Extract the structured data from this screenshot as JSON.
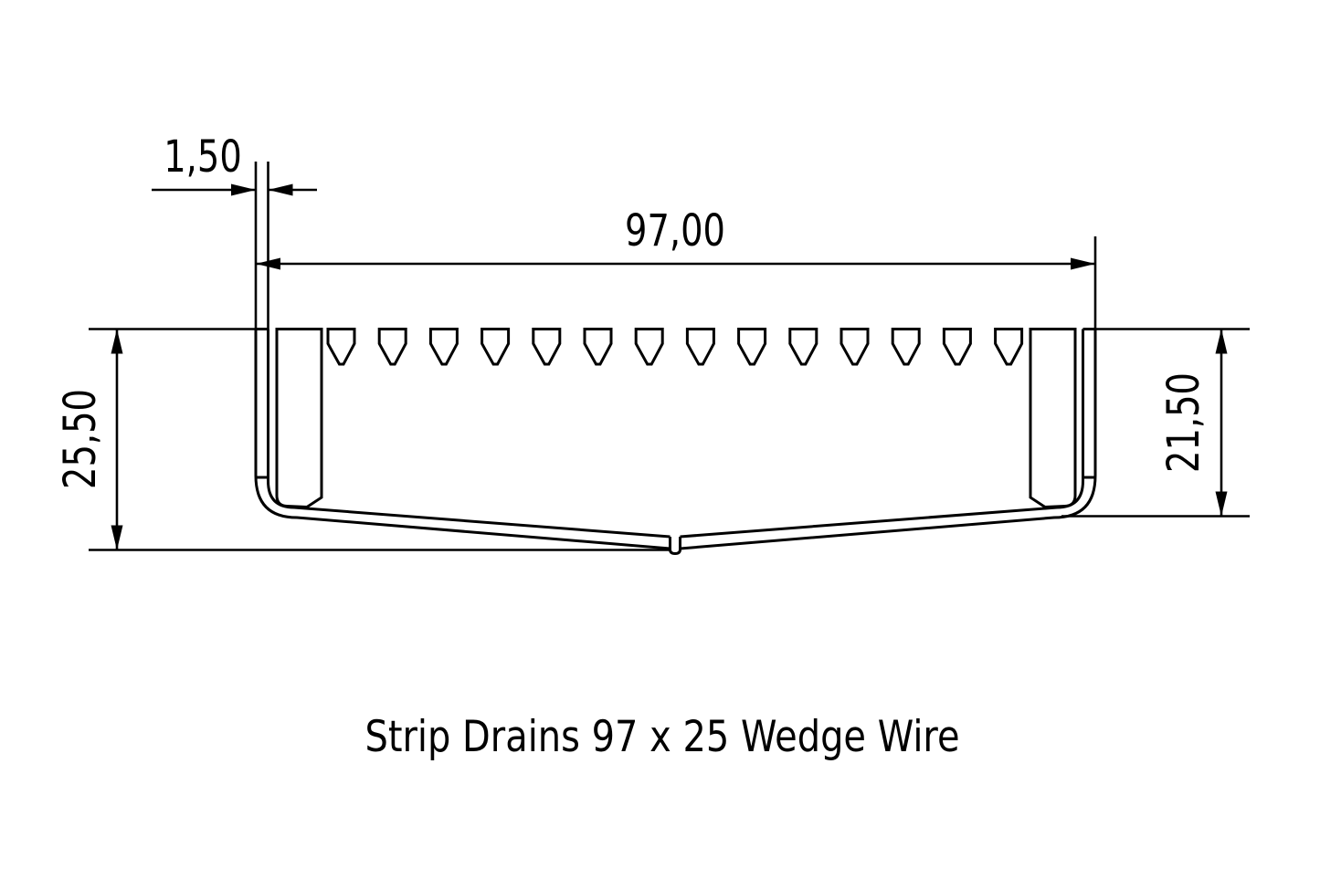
{
  "drawing": {
    "title": "Strip Drains 97 x 25 Wedge Wire",
    "dimensions": {
      "wall_thickness": "1,50",
      "overall_width": "97,00",
      "left_height": "25,50",
      "right_height": "21,50"
    },
    "wedge_count": 14
  },
  "colors": {
    "line": "#000000",
    "background": "#ffffff"
  }
}
